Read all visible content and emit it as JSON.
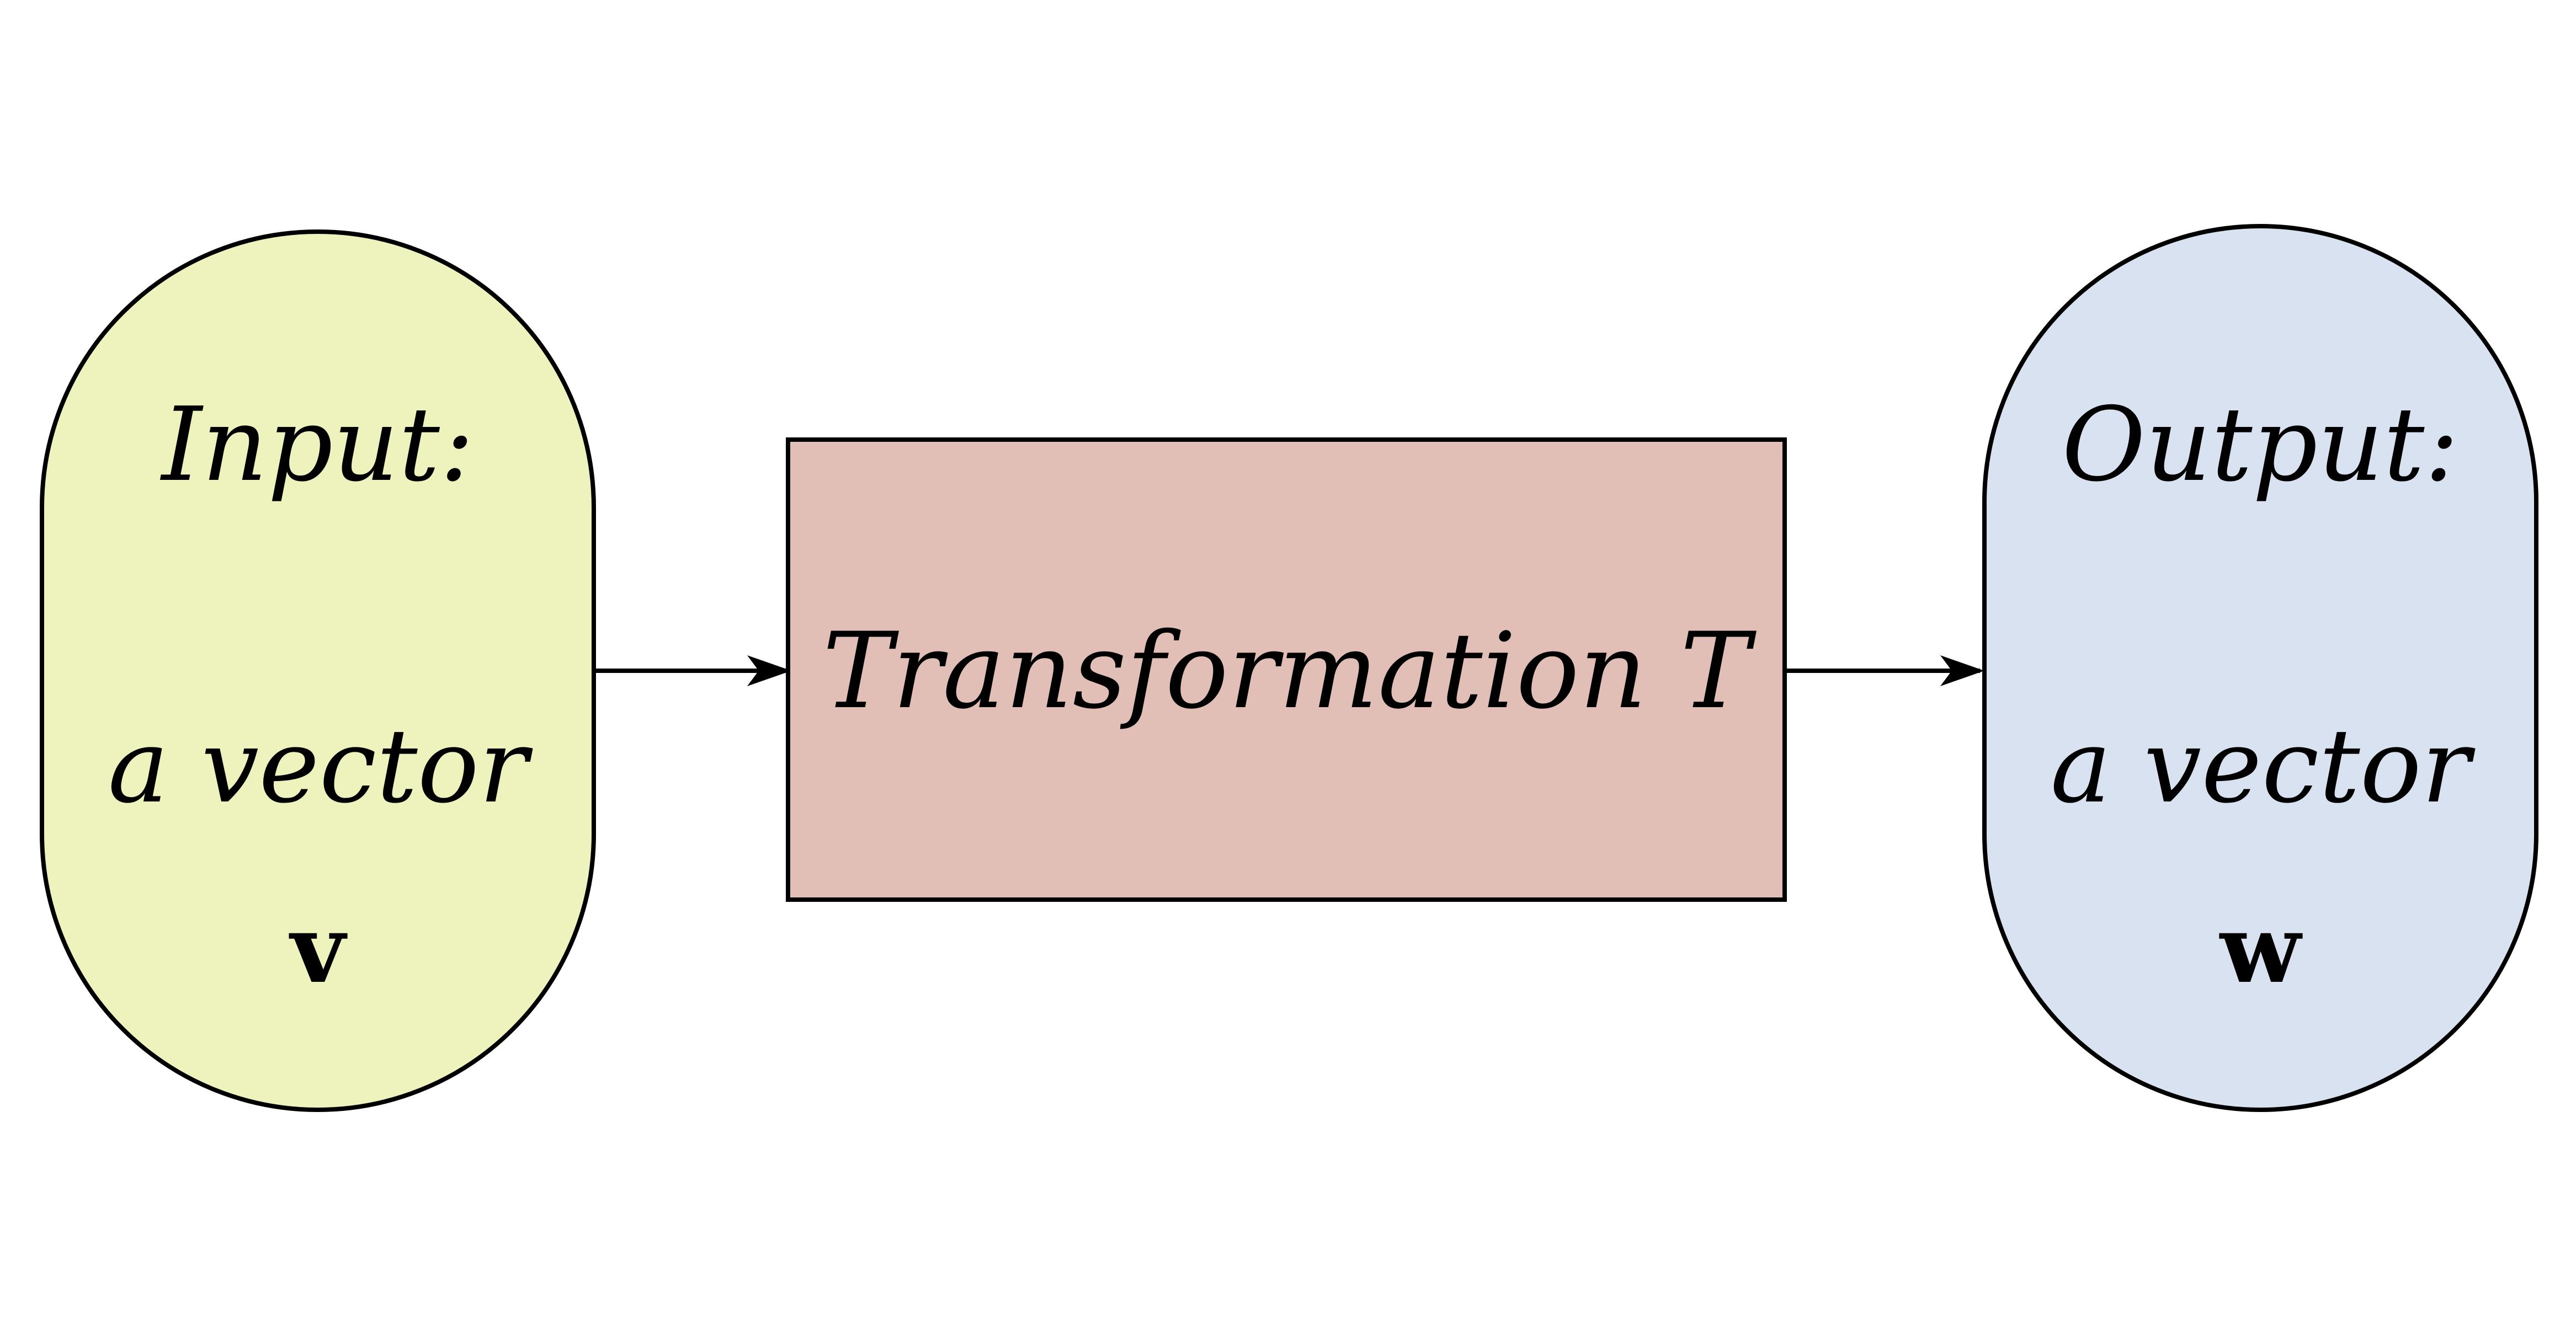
{
  "colors": {
    "input_fill": "#EEF2BC",
    "transform_fill": "#E1BEB6",
    "output_fill": "#D8E2F0",
    "stroke": "#000000",
    "background": "#FFFFFF"
  },
  "input": {
    "title": "Input:",
    "description": "a vector",
    "symbol": "v"
  },
  "transformation": {
    "label": "Transformation T"
  },
  "output": {
    "title": "Output:",
    "description": "a vector",
    "symbol": "w"
  }
}
